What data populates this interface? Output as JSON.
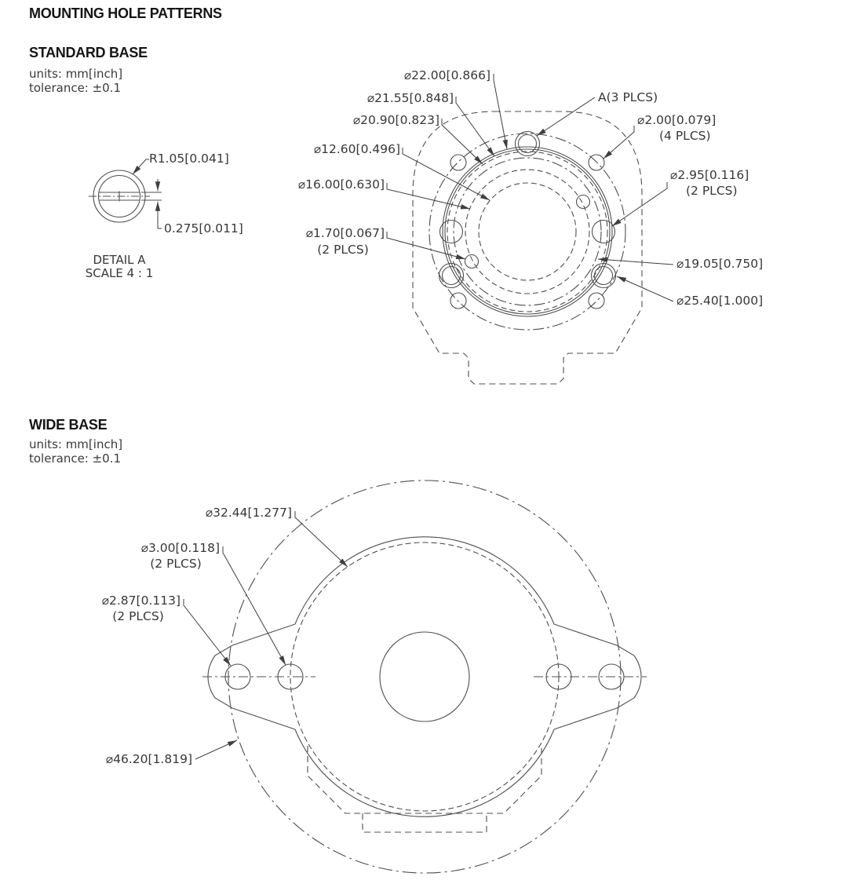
{
  "page_title": "MOUNTING HOLE PATTERNS",
  "standard_base": {
    "heading": "STANDARD BASE",
    "units_label": "units: mm[inch]",
    "tolerance_label": "tolerance: ±0.1",
    "detail_view": {
      "radius": "R1.05[0.041]",
      "thickness": "0.275[0.011]",
      "title": "DETAIL A",
      "scale": "SCALE 4 : 1"
    },
    "callouts": {
      "dia_22_00": "⌀22.00[0.866]",
      "dia_21_55": "⌀21.55[0.848]",
      "dia_20_90": "⌀20.90[0.823]",
      "dia_12_60": "⌀12.60[0.496]",
      "dia_16_00": "⌀16.00[0.630]",
      "dia_1_70": "⌀1.70[0.067]",
      "dia_1_70_qty": "(2 PLCS)",
      "a_plcs": "A(3 PLCS)",
      "dia_2_00": "⌀2.00[0.079]",
      "dia_2_00_qty": "(4 PLCS)",
      "dia_2_95": "⌀2.95[0.116]",
      "dia_2_95_qty": "(2 PLCS)",
      "dia_19_05": "⌀19.05[0.750]",
      "dia_25_40": "⌀25.40[1.000]"
    }
  },
  "wide_base": {
    "heading": "WIDE BASE",
    "units_label": "units: mm[inch]",
    "tolerance_label": "tolerance: ±0.1",
    "callouts": {
      "dia_32_44": "⌀32.44[1.277]",
      "dia_3_00": "⌀3.00[0.118]",
      "dia_3_00_qty": "(2 PLCS)",
      "dia_2_87": "⌀2.87[0.113]",
      "dia_2_87_qty": "(2 PLCS)",
      "dia_46_20": "⌀46.20[1.819]"
    }
  }
}
